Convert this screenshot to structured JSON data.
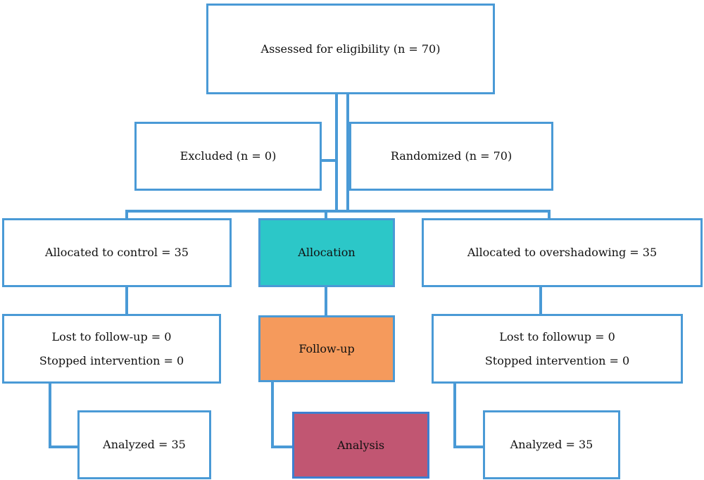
{
  "diagram": {
    "colors": {
      "border": "#4a9ad6",
      "connector": "#4a9ad6",
      "allocation_fill": "#2cc7c8",
      "followup_fill": "#f59a5c",
      "analysis_fill": "#c15672"
    },
    "boxes": {
      "assessed": "Assessed for eligibility (n = 70)",
      "excluded": "Excluded (n = 0)",
      "randomized": "Randomized (n = 70)",
      "allocated_control": "Allocated to control = 35",
      "allocation": "Allocation",
      "allocated_overshadowing": "Allocated to overshadowing = 35",
      "control_lost": "Lost to follow-up = 0",
      "control_stopped": "Stopped intervention = 0",
      "followup": "Follow-up",
      "overshadowing_lost": "Lost to followup = 0",
      "overshadowing_stopped": "Stopped intervention = 0",
      "control_analyzed": "Analyzed = 35",
      "analysis": "Analysis",
      "overshadowing_analyzed": "Analyzed = 35"
    }
  }
}
